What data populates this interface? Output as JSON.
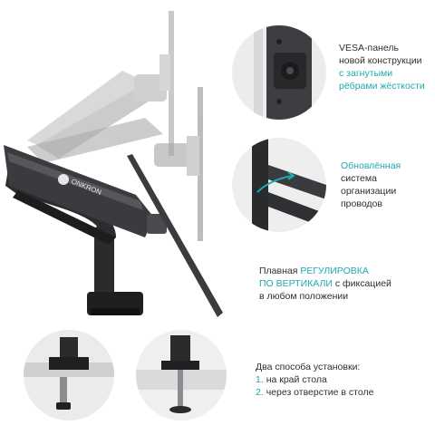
{
  "feature_vesa": {
    "lines": [
      {
        "parts": [
          {
            "t": "VESA-панель",
            "accent": false
          }
        ]
      },
      {
        "parts": [
          {
            "t": "новой конструкции",
            "accent": false
          }
        ]
      },
      {
        "parts": [
          {
            "t": "с загнутыми",
            "accent": true
          }
        ]
      },
      {
        "parts": [
          {
            "t": "рёбрами жёсткости",
            "accent": true
          }
        ]
      }
    ]
  },
  "feature_cables": {
    "lines": [
      {
        "parts": [
          {
            "t": "Обновлённая",
            "accent": true
          }
        ]
      },
      {
        "parts": [
          {
            "t": "система",
            "accent": false
          }
        ]
      },
      {
        "parts": [
          {
            "t": "организации",
            "accent": false
          }
        ]
      },
      {
        "parts": [
          {
            "t": "проводов",
            "accent": false
          }
        ]
      }
    ]
  },
  "feature_height": {
    "lines": [
      {
        "parts": [
          {
            "t": "Плавная ",
            "accent": false
          },
          {
            "t": "РЕГУЛИРОВКА",
            "accent": true
          }
        ]
      },
      {
        "parts": [
          {
            "t": "ПО ВЕРТИКАЛИ",
            "accent": true
          },
          {
            "t": " с фиксацией",
            "accent": false
          }
        ]
      },
      {
        "parts": [
          {
            "t": "в любом положении",
            "accent": false
          }
        ]
      }
    ]
  },
  "mounting": {
    "title": "Два способа установки:",
    "options": [
      {
        "num": "1.",
        "text": "на край стола"
      },
      {
        "num": "2.",
        "text": "через отверстие в столе"
      }
    ]
  },
  "brand_logo": "ONKRON",
  "colors": {
    "accent": "#1fa9b0",
    "text": "#2f2f2f",
    "metal_dark": "#2a2b2d",
    "metal_ghost": "#a9abae"
  }
}
